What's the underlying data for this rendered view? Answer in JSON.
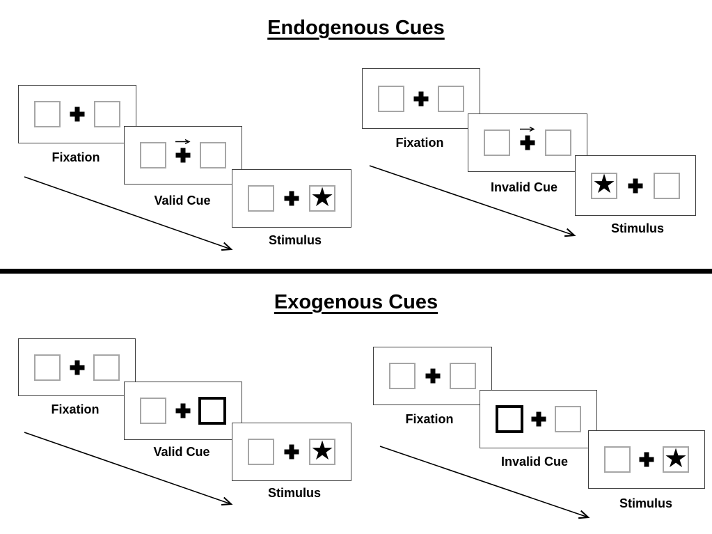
{
  "glyphs": {
    "star": "★"
  },
  "colors": {
    "background": "#ffffff",
    "panel_border": "#3f3f3f",
    "box_border": "#a6a6a6",
    "cue_box_border": "#000000",
    "ink": "#000000"
  },
  "sections": [
    {
      "title": "Endogenous Cues",
      "sequences": [
        {
          "name": "valid",
          "cue_icon": "right-arrow-above-fixation-cross",
          "stimulus_side": "right",
          "steps": [
            {
              "label": "Fixation"
            },
            {
              "label": "Valid Cue"
            },
            {
              "label": "Stimulus"
            }
          ]
        },
        {
          "name": "invalid",
          "cue_icon": "right-arrow-above-fixation-cross",
          "stimulus_side": "left",
          "steps": [
            {
              "label": "Fixation"
            },
            {
              "label": "Invalid Cue"
            },
            {
              "label": "Stimulus"
            }
          ]
        }
      ]
    },
    {
      "title": "Exogenous Cues",
      "sequences": [
        {
          "name": "valid",
          "cue_icon": "highlighted-box-right",
          "stimulus_side": "right",
          "steps": [
            {
              "label": "Fixation"
            },
            {
              "label": "Valid Cue"
            },
            {
              "label": "Stimulus"
            }
          ]
        },
        {
          "name": "invalid",
          "cue_icon": "highlighted-box-left",
          "stimulus_side": "right",
          "steps": [
            {
              "label": "Fixation"
            },
            {
              "label": "Invalid Cue"
            },
            {
              "label": "Stimulus"
            }
          ]
        }
      ]
    }
  ]
}
